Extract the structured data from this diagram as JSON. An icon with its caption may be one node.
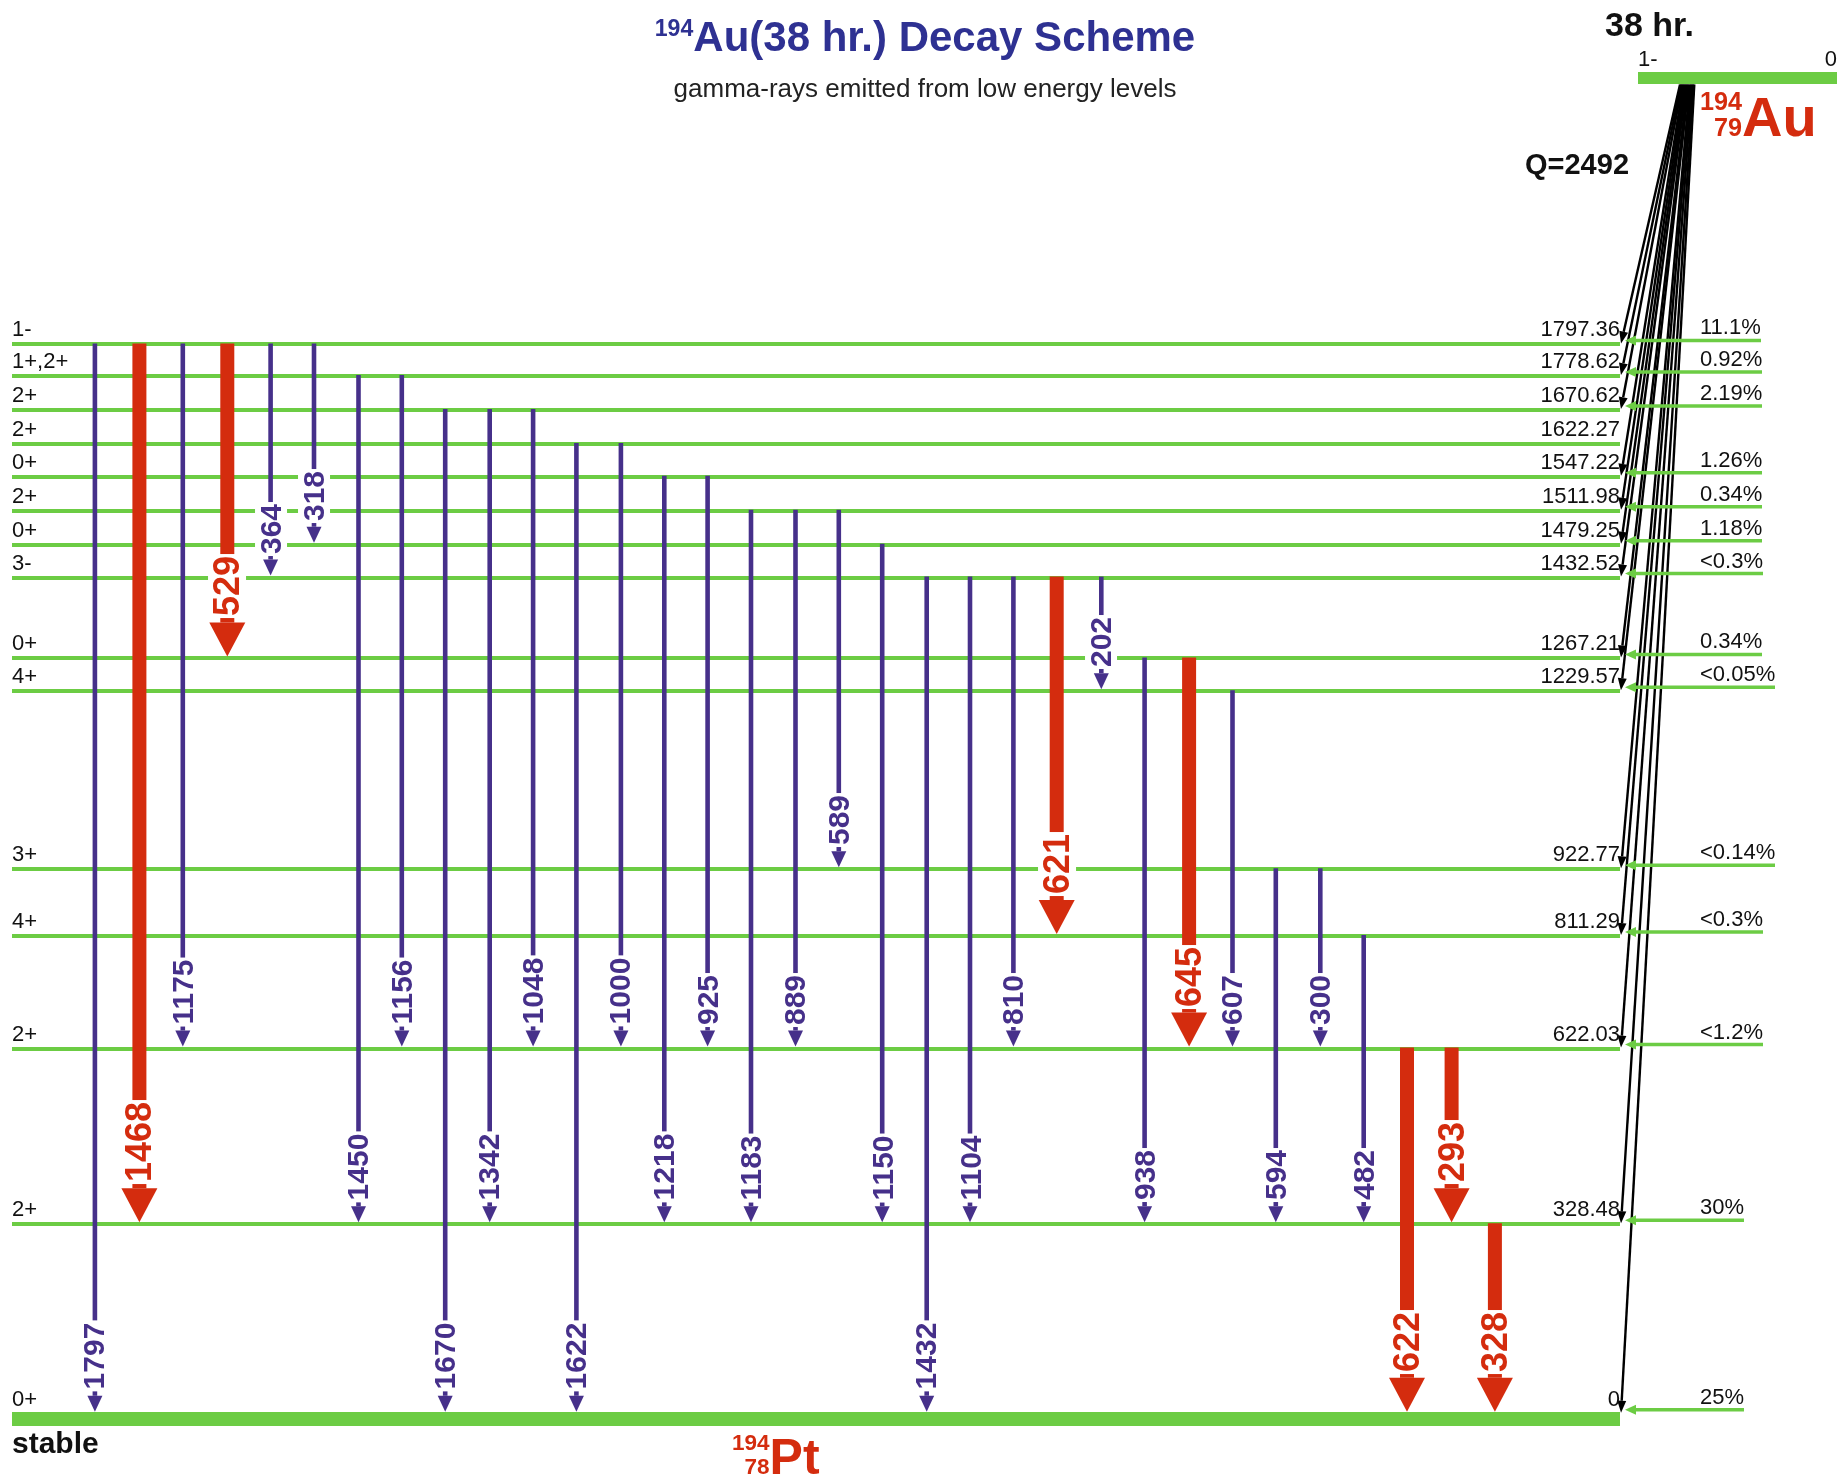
{
  "diagram": {
    "title": "$^{194}$Au(38 hr.) Decay Scheme",
    "caption": "gamma-rays emitted from low energy levels",
    "nodes": [
      {
        "text": [
          "1-",
          "0"
        ],
        "beside": [
          "38 hr.",
          "$^{194}$$_{79}$Au"
        ]
      },
      {
        "text": [
          "1-",
          "1797.36"
        ]
      },
      {
        "text": [
          "1+,2+",
          "1778.62"
        ]
      },
      {
        "text": [
          "2+",
          "1670.62"
        ]
      },
      {
        "text": [
          "2+",
          "1622.27"
        ]
      },
      {
        "text": [
          "0+",
          "1547.22"
        ]
      },
      {
        "text": [
          "2+",
          "1511.98"
        ]
      },
      {
        "text": [
          "0+",
          "1479.25"
        ]
      },
      {
        "text": [
          "3-",
          "1432.52"
        ]
      },
      {
        "text": [
          "0+",
          "1267.21"
        ]
      },
      {
        "text": [
          "4+",
          "1229.57"
        ]
      },
      {
        "text": [
          "3+",
          "922.77"
        ]
      },
      {
        "text": [
          "4+",
          "811.29"
        ]
      },
      {
        "text": [
          "2+",
          "622.03"
        ]
      },
      {
        "text": [
          "2+",
          "328.48"
        ]
      },
      {
        "text": [
          "0+",
          "0"
        ],
        "beside": [
          "stable",
          "$^{194}$$_{78}$Pt"
        ]
      },
      {
        "text": [
          "11.1%"
        ]
      },
      {
        "text": [
          "0.92%"
        ]
      },
      {
        "text": [
          "2.19%"
        ]
      },
      {
        "text": [
          "1.26%"
        ]
      },
      {
        "text": [
          "0.34%"
        ]
      },
      {
        "text": [
          "1.18%"
        ]
      },
      {
        "text": [
          "<0.3%"
        ]
      },
      {
        "text": [
          "0.34%"
        ]
      },
      {
        "text": [
          "<0.05%"
        ]
      },
      {
        "text": [
          "<0.14%"
        ]
      },
      {
        "text": [
          "<0.3%"
        ]
      },
      {
        "text": [
          "<1.2%"
        ]
      },
      {
        "text": [
          "30%"
        ]
      },
      {
        "text": [
          "25%"
        ]
      }
    ],
    "edges": [
      {
        "from": 1,
        "to": 15,
        "arrow": "to",
        "label": "1797"
      },
      {
        "from": 1,
        "to": 14,
        "arrow": "to",
        "label": "1468",
        "style": "thick",
        "color": "#d42c0e"
      },
      {
        "from": 1,
        "to": 13,
        "arrow": "to",
        "label": "1175"
      },
      {
        "from": 1,
        "to": 9,
        "arrow": "to",
        "label": "529",
        "style": "thick",
        "color": "#d42c0e"
      },
      {
        "from": 1,
        "to": 8,
        "arrow": "to",
        "label": "364"
      },
      {
        "from": 1,
        "to": 7,
        "arrow": "to",
        "label": "318"
      },
      {
        "from": 2,
        "to": 14,
        "arrow": "to",
        "label": "1450"
      },
      {
        "from": 2,
        "to": 13,
        "arrow": "to",
        "label": "1156"
      },
      {
        "from": 3,
        "to": 15,
        "arrow": "to",
        "label": "1670"
      },
      {
        "from": 3,
        "to": 14,
        "arrow": "to",
        "label": "1342"
      },
      {
        "from": 3,
        "to": 13,
        "arrow": "to",
        "label": "1048"
      },
      {
        "from": 4,
        "to": 15,
        "arrow": "to",
        "label": "1622"
      },
      {
        "from": 4,
        "to": 13,
        "arrow": "to",
        "label": "1000"
      },
      {
        "from": 5,
        "to": 14,
        "arrow": "to",
        "label": "1218"
      },
      {
        "from": 5,
        "to": 13,
        "arrow": "to",
        "label": "925"
      },
      {
        "from": 6,
        "to": 14,
        "arrow": "to",
        "label": "1183"
      },
      {
        "from": 6,
        "to": 13,
        "arrow": "to",
        "label": "889"
      },
      {
        "from": 6,
        "to": 11,
        "arrow": "to",
        "label": "589"
      },
      {
        "from": 7,
        "to": 14,
        "arrow": "to",
        "label": "1150"
      },
      {
        "from": 8,
        "to": 15,
        "arrow": "to",
        "label": "1432"
      },
      {
        "from": 8,
        "to": 14,
        "arrow": "to",
        "label": "1104"
      },
      {
        "from": 8,
        "to": 13,
        "arrow": "to",
        "label": "810"
      },
      {
        "from": 8,
        "to": 12,
        "arrow": "to",
        "label": "621",
        "style": "thick",
        "color": "#d42c0e"
      },
      {
        "from": 8,
        "to": 10,
        "arrow": "to",
        "label": "202"
      },
      {
        "from": 9,
        "to": 14,
        "arrow": "to",
        "label": "938"
      },
      {
        "from": 9,
        "to": 13,
        "arrow": "to",
        "label": "645",
        "style": "thick",
        "color": "#d42c0e"
      },
      {
        "from": 10,
        "to": 13,
        "arrow": "to",
        "label": "607"
      },
      {
        "from": 11,
        "to": 14,
        "arrow": "to",
        "label": "594"
      },
      {
        "from": 11,
        "to": 13,
        "arrow": "to",
        "label": "300"
      },
      {
        "from": 12,
        "to": 14,
        "arrow": "to",
        "label": "482"
      },
      {
        "from": 13,
        "to": 15,
        "arrow": "to",
        "label": "622",
        "style": "thick",
        "color": "#d42c0e"
      },
      {
        "from": 13,
        "to": 14,
        "arrow": "to",
        "label": "293",
        "style": "thick",
        "color": "#d42c0e"
      },
      {
        "from": 14,
        "to": 15,
        "arrow": "to",
        "label": "328",
        "style": "thick",
        "color": "#d42c0e"
      },
      {
        "from": 0,
        "to": 1,
        "arrow": "to",
        "color": "#000000"
      },
      {
        "from": 0,
        "to": 2,
        "arrow": "to",
        "color": "#000000"
      },
      {
        "from": 0,
        "to": 3,
        "arrow": "to",
        "color": "#000000"
      },
      {
        "from": 0,
        "to": 5,
        "arrow": "to",
        "color": "#000000"
      },
      {
        "from": 0,
        "to": 6,
        "arrow": "to",
        "color": "#000000"
      },
      {
        "from": 0,
        "to": 7,
        "arrow": "to",
        "color": "#000000"
      },
      {
        "from": 0,
        "to": 8,
        "arrow": "to",
        "color": "#000000"
      },
      {
        "from": 0,
        "to": 9,
        "arrow": "to",
        "color": "#000000"
      },
      {
        "from": 0,
        "to": 10,
        "arrow": "to",
        "color": "#000000"
      },
      {
        "from": 0,
        "to": 11,
        "arrow": "to",
        "color": "#000000"
      },
      {
        "from": 0,
        "to": 12,
        "arrow": "to",
        "color": "#000000"
      },
      {
        "from": 0,
        "to": 13,
        "arrow": "to",
        "color": "#000000"
      },
      {
        "from": 0,
        "to": 14,
        "arrow": "to",
        "color": "#000000"
      },
      {
        "from": 0,
        "to": 15,
        "arrow": "to",
        "color": "#000000"
      },
      {
        "from": 16,
        "to": 1,
        "arrow": "to",
        "color": "#6ccc44"
      },
      {
        "from": 17,
        "to": 2,
        "arrow": "to",
        "color": "#6ccc44"
      },
      {
        "from": 18,
        "to": 3,
        "arrow": "to",
        "color": "#6ccc44"
      },
      {
        "from": 19,
        "to": 5,
        "arrow": "to",
        "color": "#6ccc44"
      },
      {
        "from": 20,
        "to": 6,
        "arrow": "to",
        "color": "#6ccc44"
      },
      {
        "from": 21,
        "to": 7,
        "arrow": "to",
        "color": "#6ccc44"
      },
      {
        "from": 22,
        "to": 8,
        "arrow": "to",
        "color": "#6ccc44"
      },
      {
        "from": 23,
        "to": 9,
        "arrow": "to",
        "color": "#6ccc44"
      },
      {
        "from": 24,
        "to": 10,
        "arrow": "to",
        "color": "#6ccc44"
      },
      {
        "from": 25,
        "to": 11,
        "arrow": "to",
        "color": "#6ccc44"
      },
      {
        "from": 26,
        "to": 12,
        "arrow": "to",
        "color": "#6ccc44"
      },
      {
        "from": 27,
        "to": 13,
        "arrow": "to",
        "color": "#6ccc44"
      },
      {
        "from": 28,
        "to": 14,
        "arrow": "to",
        "color": "#6ccc44"
      },
      {
        "from": 29,
        "to": 15,
        "arrow": "to",
        "color": "#6ccc44"
      }
    ],
    "labels": [
      "Q=2492"
    ]
  }
}
